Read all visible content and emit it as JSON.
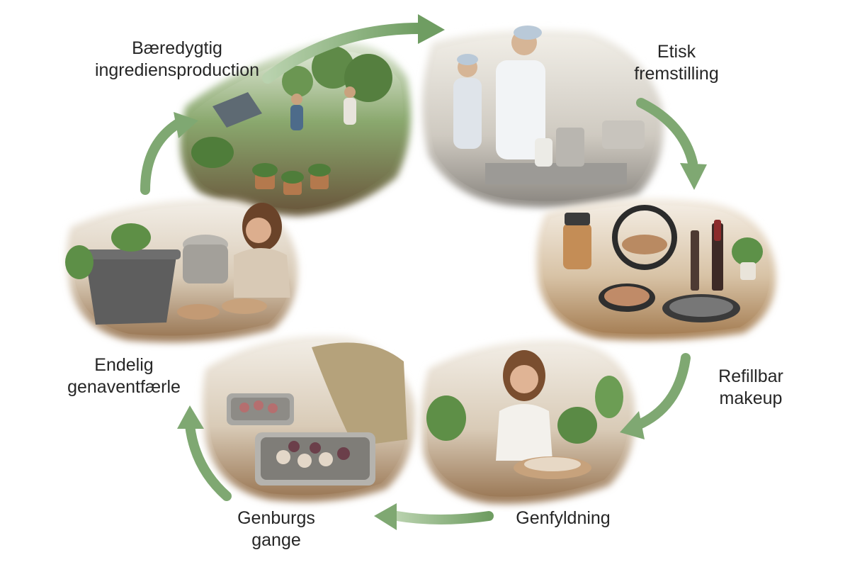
{
  "labels": {
    "top_left": [
      "Bæredygtig",
      "ingrediensproduction"
    ],
    "top_right": [
      "Etisk",
      "fremstilling"
    ],
    "right": [
      "Refillbar",
      "makeup"
    ],
    "bottom_right": [
      "Genfyldning"
    ],
    "bottom_left": [
      "Genburgs",
      "gange"
    ],
    "left": [
      "Endelig",
      "genaventfærle"
    ]
  },
  "colors": {
    "arrow": "#7fa872",
    "text": "#262626",
    "background": "#ffffff"
  }
}
